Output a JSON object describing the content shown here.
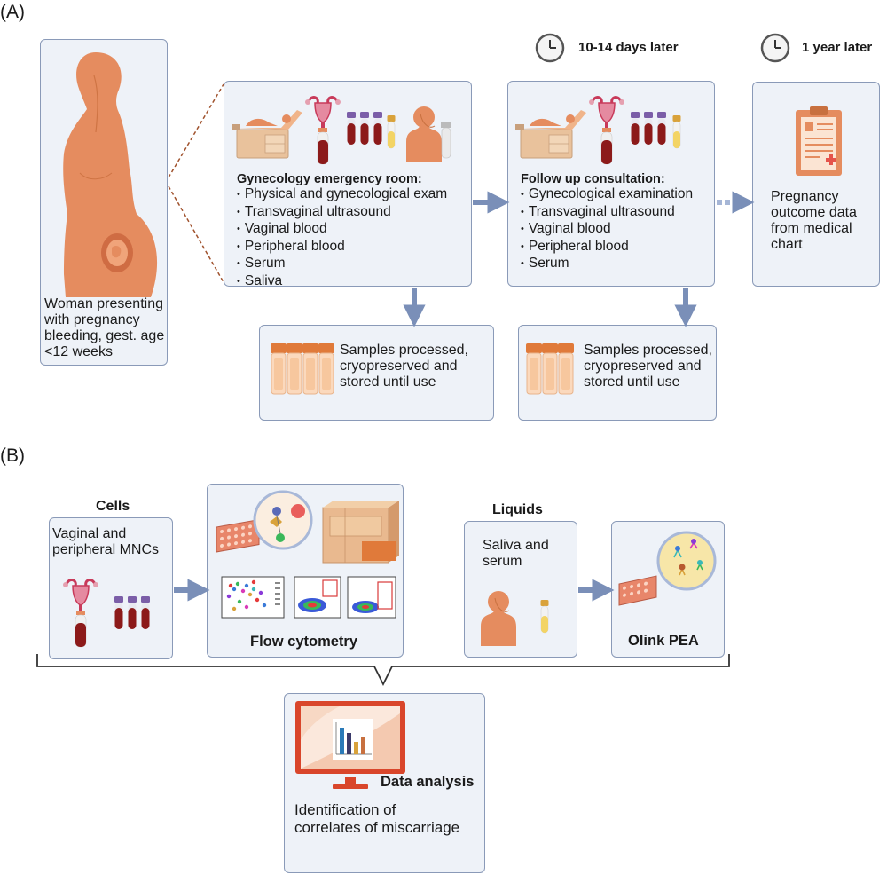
{
  "panel_labels": {
    "a": "(A)",
    "b": "(B)"
  },
  "timeline": {
    "t1": "10-14 days later",
    "t2": "1 year later"
  },
  "patient": {
    "caption": [
      "Woman presenting",
      "with pregnancy",
      "bleeding, gest. age",
      "<12 weeks"
    ]
  },
  "er": {
    "title": "Gynecology emergency room:",
    "items": [
      "Physical and gynecological exam",
      "Transvaginal ultrasound",
      "Vaginal blood",
      "Peripheral blood",
      "Serum",
      "Saliva"
    ]
  },
  "followup": {
    "title": "Follow up consultation:",
    "items": [
      "Gynecological examination",
      "Transvaginal ultrasound",
      "Vaginal blood",
      "Peripheral blood",
      "Serum"
    ]
  },
  "outcome": {
    "text": [
      "Pregnancy",
      "outcome data",
      "from medical",
      "chart"
    ]
  },
  "samples": {
    "text": [
      "Samples processed,",
      "cryopreserved and",
      "stored until use"
    ]
  },
  "cells": {
    "heading": "Cells",
    "text": [
      "Vaginal and",
      "peripheral MNCs"
    ]
  },
  "flow": {
    "label": "Flow cytometry"
  },
  "liquids": {
    "heading": "Liquids",
    "text": [
      "Saliva and",
      "serum"
    ]
  },
  "olink": {
    "label": "Olink PEA"
  },
  "analysis": {
    "title": "Data analysis",
    "text": [
      "Identification of",
      "correlates of miscarriage"
    ]
  },
  "colors": {
    "box_bg": "#eef2f8",
    "box_border": "#8a9ab8",
    "arrow": "#7a8fb8",
    "skin": "#e58c5f",
    "blood": "#8c1a1a",
    "tube_cap": "#7b5ea8"
  }
}
